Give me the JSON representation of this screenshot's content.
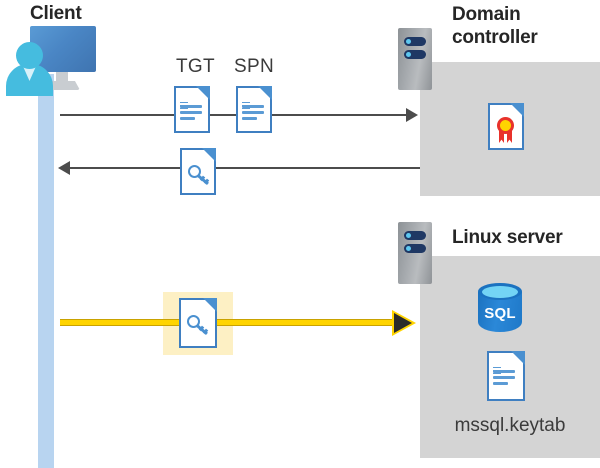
{
  "diagram": {
    "title": "Kerberos authentication flow between client, domain controller and Linux server",
    "colors": {
      "zone_gray": "#d4d4d4",
      "lifeline_blue": "#b8d4f0",
      "highlight_yellow": "#fdf0c4",
      "arrow_yellow": "#ffd400",
      "arrow_gray": "#4c4c4c",
      "doc_blue": "#4a90d0",
      "sql_blue": "#1b72c0",
      "seal_red": "#e8322b",
      "seal_gold": "#ffd400",
      "title_text": "#262626",
      "label_text": "#3b3b3b"
    },
    "actors": {
      "client": {
        "title": "Client",
        "icon": "client-workstation-icon"
      },
      "domain_controller": {
        "title": "Domain\ncontroller",
        "icon": "server-rack-icon",
        "contents": [
          {
            "label": "",
            "icon": "certificate-document-icon"
          }
        ]
      },
      "linux_server": {
        "title": "Linux server",
        "icon": "server-rack-icon",
        "contents": [
          {
            "label": "",
            "icon": "sql-database-icon",
            "text": "SQL"
          },
          {
            "label": "mssql.keytab",
            "icon": "keytab-document-icon"
          }
        ]
      }
    },
    "messages": [
      {
        "id": "request",
        "direction": "right",
        "from": "client",
        "to": "domain_controller",
        "style": "gray",
        "payload": [
          {
            "label": "TGT",
            "icon": "text-document-icon"
          },
          {
            "label": "SPN",
            "icon": "text-document-icon"
          }
        ]
      },
      {
        "id": "ticket-response",
        "direction": "left",
        "from": "domain_controller",
        "to": "client",
        "style": "gray",
        "payload": [
          {
            "label": "",
            "icon": "key-document-icon"
          }
        ]
      },
      {
        "id": "keytab-auth",
        "direction": "right",
        "from": "client",
        "to": "linux_server",
        "style": "yellow-highlight",
        "payload": [
          {
            "label": "",
            "icon": "key-document-icon",
            "highlighted": true
          }
        ]
      }
    ],
    "sql_label": "SQL",
    "keytab_filename": "mssql.keytab"
  }
}
